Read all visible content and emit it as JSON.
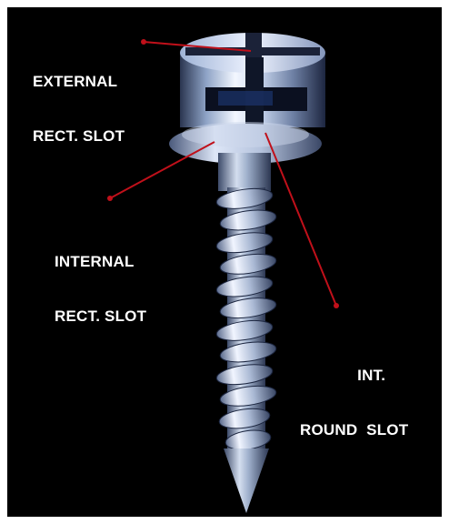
{
  "image": {
    "background_color": "#000000",
    "frame_color": "#ffffff",
    "pointer_color": "#c0101a",
    "labels": {
      "external": {
        "line1": "EXTERNAL",
        "line2": "RECT. SLOT"
      },
      "internal": {
        "line1": "INTERNAL",
        "line2": "RECT. SLOT"
      },
      "round": {
        "line1": "INT.",
        "line2": "ROUND  SLOT"
      }
    }
  }
}
